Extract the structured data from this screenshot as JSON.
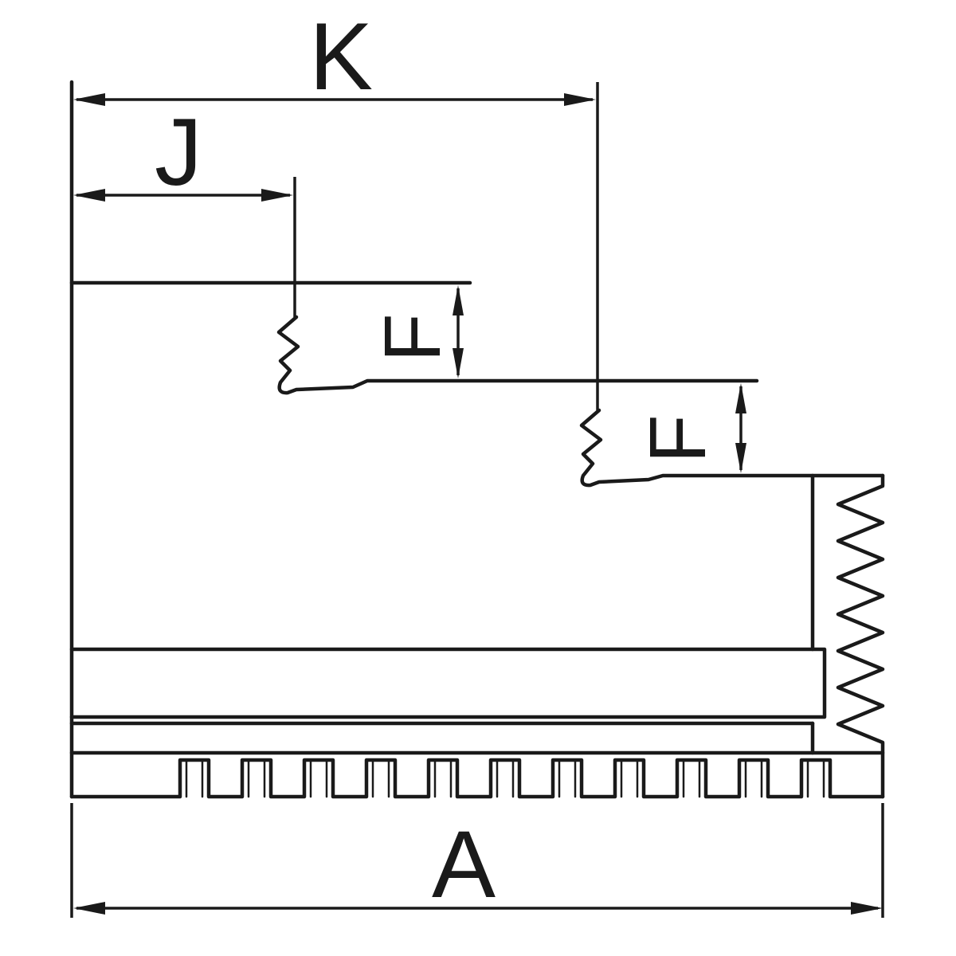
{
  "diagram": {
    "type": "technical-drawing",
    "subject": "lathe chuck jaw side profile with stepped jaws, serrated mounting face and dimension callouts",
    "labels": {
      "dim_k": "K",
      "dim_j": "J",
      "dim_f_upper": "F",
      "dim_f_lower": "F",
      "dim_a": "A"
    },
    "colors": {
      "line": "#1a1a1a",
      "background": "#ffffff"
    }
  }
}
